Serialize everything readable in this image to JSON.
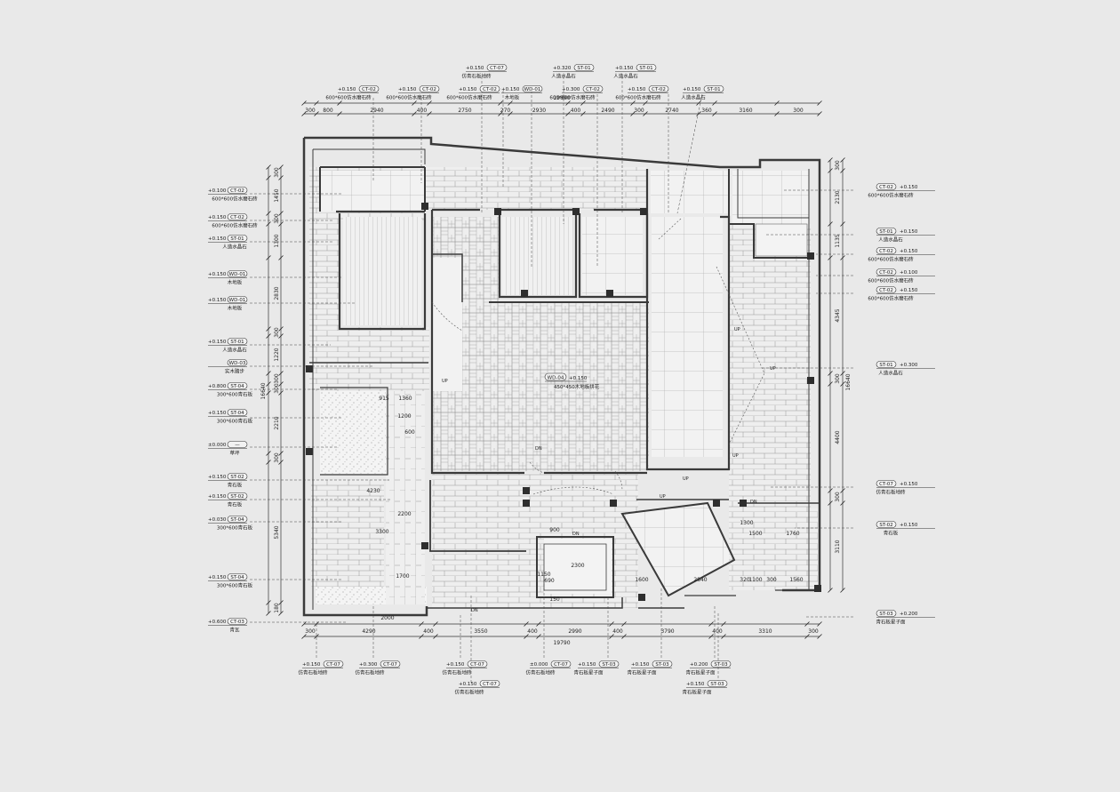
{
  "colors": {
    "background": "#e9e9e9",
    "wall": "#3a3a3a",
    "line": "#4a4a4a",
    "column": "#2e2e2e"
  },
  "dims": {
    "top": [
      "300",
      "800",
      "2940",
      "400",
      "2750",
      "270",
      "2930",
      "400",
      "2490",
      "300",
      "2740",
      "360",
      "3160",
      "300"
    ],
    "top_total": "19890",
    "bottom": [
      "300",
      "4290",
      "400",
      "3550",
      "400",
      "2990",
      "400",
      "3790",
      "400",
      "3310",
      "300"
    ],
    "bottom_total": "19790",
    "left": [
      "300",
      "1450",
      "300",
      "1300",
      "2830",
      "300",
      "1220",
      "300",
      "300",
      "2210",
      "300",
      "5340",
      "180"
    ],
    "left_total": "16640",
    "right": [
      "300",
      "2130",
      "1135",
      "4345",
      "300",
      "4400",
      "300",
      "3110"
    ],
    "right_total": "16640",
    "interior": [
      "915",
      "1360",
      "1500",
      "1760",
      "1600",
      "2840",
      "320",
      "1100",
      "300",
      "1560",
      "2000",
      "2300",
      "1300",
      "1150",
      "3300",
      "1200",
      "2200",
      "1700",
      "600",
      "690",
      "150",
      "900",
      "4230"
    ]
  },
  "center_tag": {
    "code": "WD-04",
    "value": "+0.150",
    "material": "450*450木地板拼花"
  },
  "labels": {
    "left": [
      {
        "code": "CT-02",
        "value": "+0.100",
        "material": "600*600仿水磨石砖"
      },
      {
        "code": "CT-02",
        "value": "+0.150",
        "material": "600*600仿水磨石砖"
      },
      {
        "code": "ST-01",
        "value": "+0.150",
        "material": "人造水晶石"
      },
      {
        "code": "WD-01",
        "value": "+0.150",
        "material": "木地板"
      },
      {
        "code": "WD-01",
        "value": "+0.150",
        "material": "木地板"
      },
      {
        "code": "ST-01",
        "value": "+0.150",
        "material": "人造水晶石"
      },
      {
        "code": "WD-03",
        "value": "",
        "material": "实木踏步"
      },
      {
        "code": "ST-04",
        "value": "+0.800",
        "material": "300*600青石板"
      },
      {
        "code": "ST-04",
        "value": "+0.150",
        "material": "300*600青石板"
      },
      {
        "code": "—",
        "value": "±0.000",
        "material": "草坪"
      },
      {
        "code": "ST-02",
        "value": "+0.150",
        "material": "青石板"
      },
      {
        "code": "ST-02",
        "value": "+0.150",
        "material": "青石板"
      },
      {
        "code": "ST-04",
        "value": "+0.030",
        "material": "300*600青石板"
      },
      {
        "code": "ST-04",
        "value": "+0.150",
        "material": "300*600青石板"
      },
      {
        "code": "CT-03",
        "value": "+0.600",
        "material": "青瓦"
      }
    ],
    "right": [
      {
        "code": "CT-02",
        "value": "+0.150",
        "material": "600*600仿水磨石砖"
      },
      {
        "code": "ST-01",
        "value": "+0.150",
        "material": "人造水晶石"
      },
      {
        "code": "CT-02",
        "value": "+0.150",
        "material": "600*600仿水磨石砖"
      },
      {
        "code": "CT-02",
        "value": "+0.100",
        "material": "600*600仿水磨石砖"
      },
      {
        "code": "CT-02",
        "value": "+0.150",
        "material": "600*600仿水磨石砖"
      },
      {
        "code": "ST-01",
        "value": "+0.300",
        "material": "人造水晶石"
      },
      {
        "code": "CT-07",
        "value": "+0.150",
        "material": "仿青石板地砖"
      },
      {
        "code": "ST-02",
        "value": "+0.150",
        "material": "青石板"
      },
      {
        "code": "ST-03",
        "value": "+0.200",
        "material": "青石板星子面"
      }
    ],
    "top": [
      {
        "code": "CT-02",
        "value": "+0.150",
        "material": "600*600仿水磨石砖"
      },
      {
        "code": "CT-02",
        "value": "+0.150",
        "material": "600*600仿水磨石砖"
      },
      {
        "code": "CT-07",
        "value": "+0.150",
        "material": "仿青石板地砖"
      },
      {
        "code": "CT-02",
        "value": "+0.150",
        "material": "600*600仿水磨石砖"
      },
      {
        "code": "WD-01",
        "value": "+0.150",
        "material": "木地板"
      },
      {
        "code": "ST-01",
        "value": "+0.320",
        "material": "人造水晶石"
      },
      {
        "code": "CT-02",
        "value": "+0.300",
        "material": "600*600仿水磨石砖"
      },
      {
        "code": "ST-01",
        "value": "+0.150",
        "material": "人造水晶石"
      },
      {
        "code": "CT-02",
        "value": "+0.150",
        "material": "600*600仿水磨石砖"
      },
      {
        "code": "ST-01",
        "value": "+0.150",
        "material": "人造水晶石"
      }
    ],
    "bottom": [
      {
        "code": "CT-07",
        "value": "+0.150",
        "material": "仿青石板地砖"
      },
      {
        "code": "CT-07",
        "value": "+0.300",
        "material": "仿青石板地砖"
      },
      {
        "code": "CT-07",
        "value": "+0.150",
        "material": "仿青石板地砖"
      },
      {
        "code": "CT-07",
        "value": "+0.150",
        "material": "仿青石板地砖"
      },
      {
        "code": "CT-07",
        "value": "±0.000",
        "material": "仿青石板地砖"
      },
      {
        "code": "ST-03",
        "value": "+0.150",
        "material": "青石板星子面"
      },
      {
        "code": "ST-03",
        "value": "+0.150",
        "material": "青石板星子面"
      },
      {
        "code": "ST-03",
        "value": "+0.200",
        "material": "青石板星子面"
      },
      {
        "code": "ST-03",
        "value": "+0.150",
        "material": "青石板星子面"
      }
    ]
  },
  "markers": {
    "up": "UP",
    "down": "DN"
  }
}
